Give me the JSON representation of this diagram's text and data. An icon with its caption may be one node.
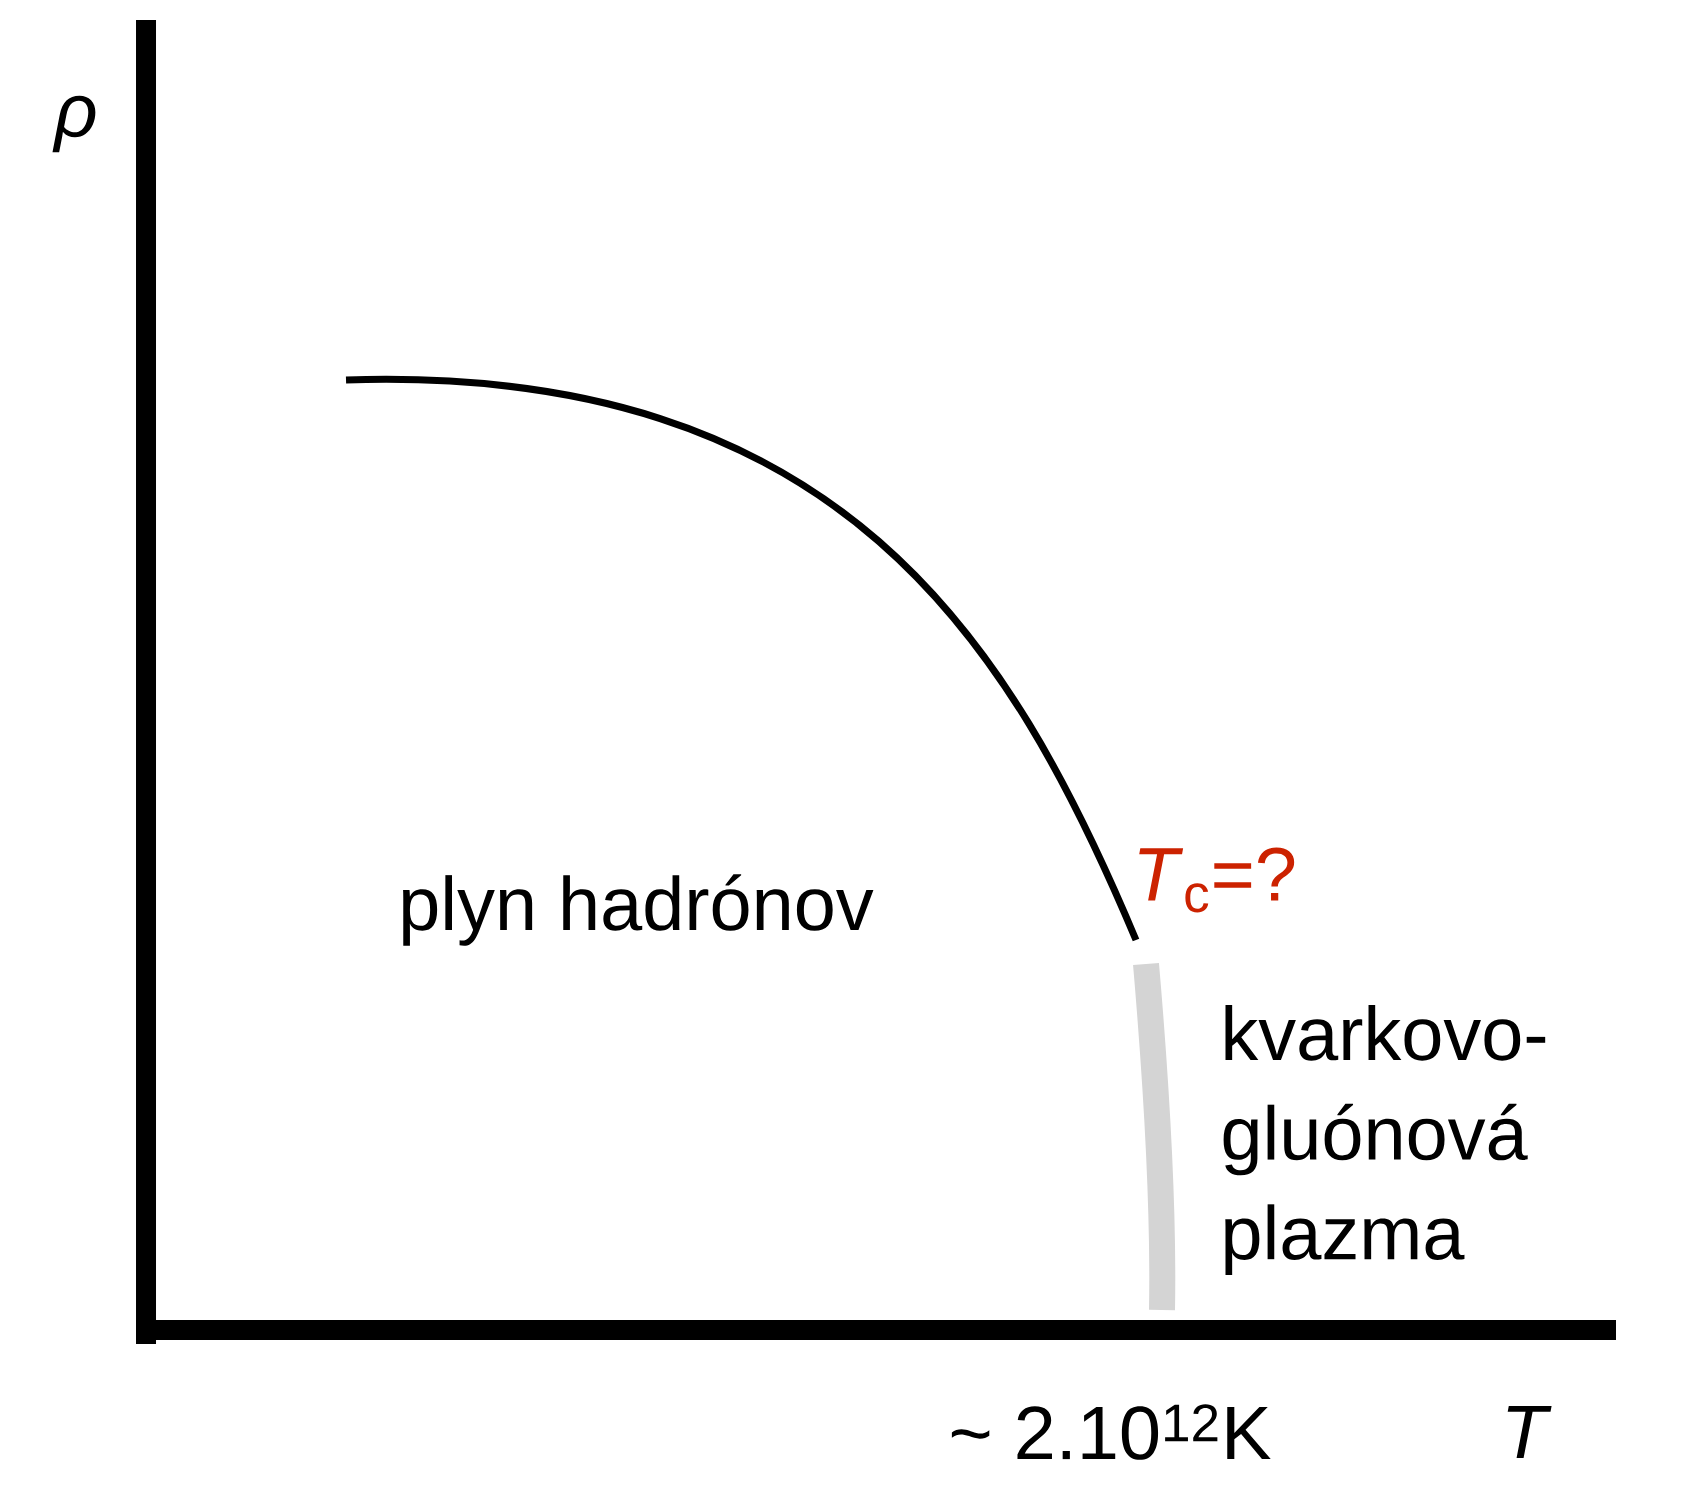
{
  "diagram": {
    "labels": [
      "ρ",
      "plyn hadrónov",
      "*T*$_{c}$=?",
      "kvarkovo- gluónová plazma",
      "~ 2.10$^{12}$K",
      "T"
    ]
  }
}
